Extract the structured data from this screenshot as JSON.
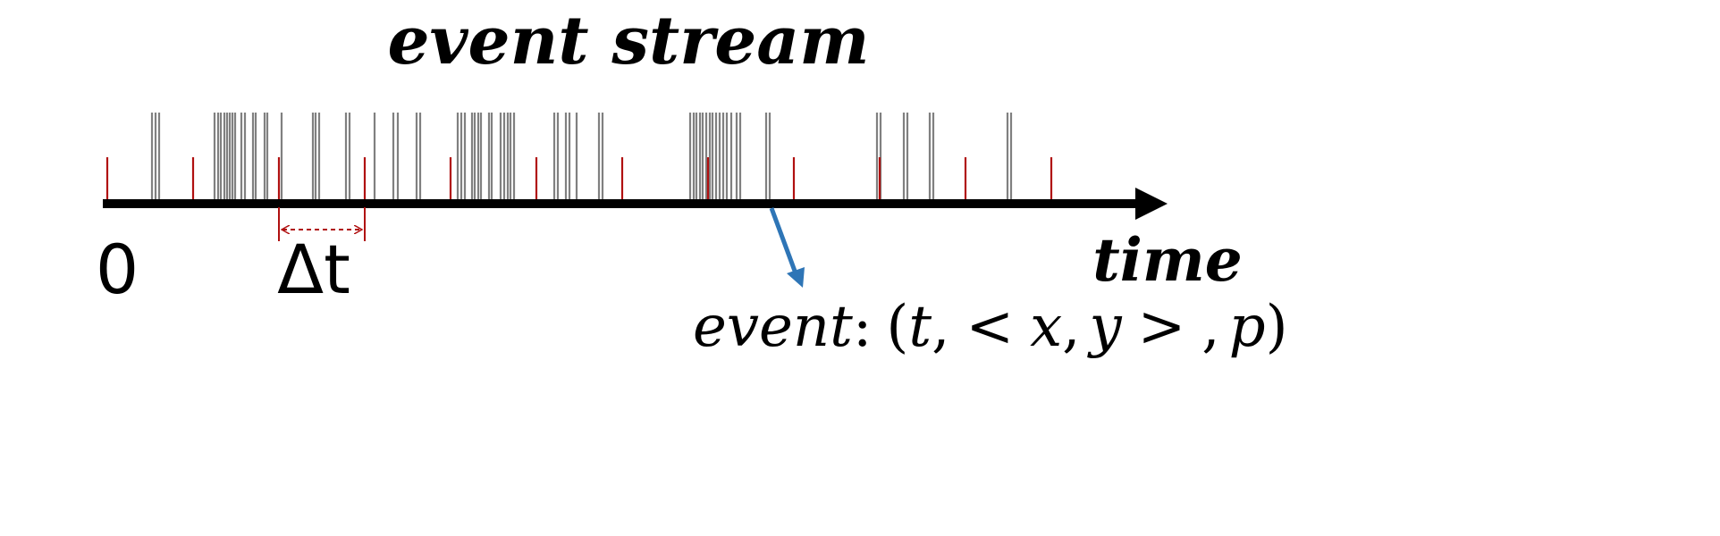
{
  "title": "event stream",
  "axis_label": "time",
  "origin_label": "0",
  "interval_label": "Δt",
  "event_tuple": {
    "name": "event",
    "colon": ":",
    "open_paren": "(",
    "t": "t",
    "comma1": ",",
    "lt": "<",
    "x": "x",
    "comma2": ",",
    "y": "y",
    "gt": ">",
    "comma3": ",",
    "p": "p",
    "close_paren": ")"
  },
  "colors": {
    "axis": "#000000",
    "event_line": "#808080",
    "interval_tick": "#b01010",
    "pointer": "#2e75b6"
  },
  "event_times": [
    170,
    174,
    178,
    240,
    244,
    247,
    251,
    254,
    257,
    260,
    263,
    270,
    274,
    283,
    286,
    296,
    299,
    315,
    350,
    353,
    357,
    387,
    391,
    419,
    440,
    445,
    466,
    470,
    512,
    516,
    520,
    528,
    531,
    535,
    538,
    547,
    550,
    560,
    564,
    568,
    571,
    575,
    620,
    624,
    633,
    637,
    645,
    670,
    674,
    772,
    776,
    779,
    783,
    786,
    790,
    794,
    797,
    801,
    805,
    809,
    813,
    818,
    824,
    828,
    857,
    861,
    981,
    985,
    1011,
    1015,
    1040,
    1044,
    1127,
    1131
  ],
  "interval_ticks": [
    120,
    216,
    312,
    408,
    504,
    600,
    696,
    792,
    888,
    984,
    1080,
    1176
  ]
}
